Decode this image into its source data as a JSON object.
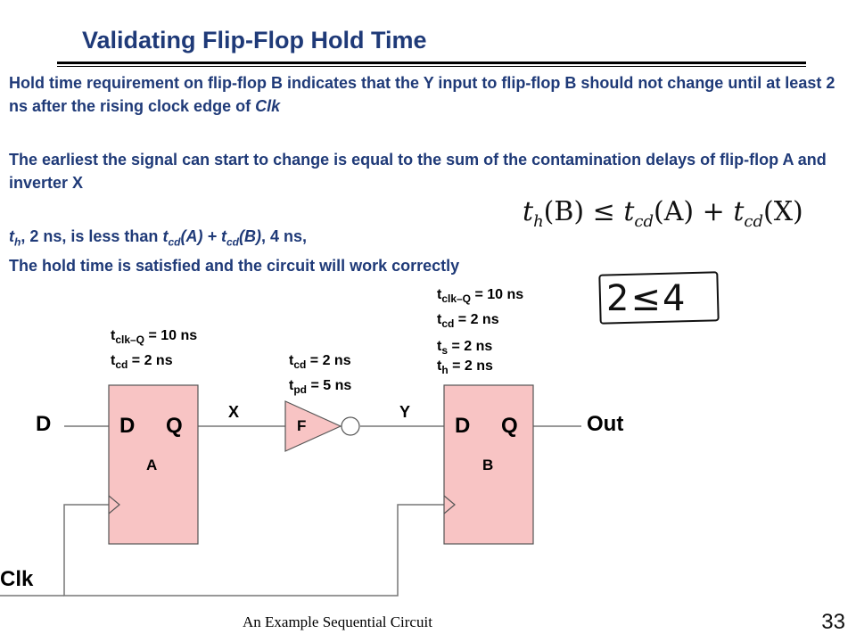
{
  "slide": {
    "title": "Validating Flip-Flop Hold Time",
    "page_number": "33",
    "caption": "An Example Sequential Circuit"
  },
  "text": {
    "p1": "Hold time requirement on flip-flop B indicates that the Y input to flip-flop B should not change until at least 2 ns after the rising clock edge of",
    "p1_clk": "Clk",
    "p2": "The earliest the signal can start to change is equal to the sum of the contamination delays of flip-flop A and inverter X",
    "p3_t": "t",
    "p3_h": "h",
    "p3_a": ", 2 ns, is less than",
    "p3_t2": "t",
    "p3_cd": "cd",
    "p3_A": "(A) +",
    "p3_t3": "t",
    "p3_cd2": "cd",
    "p3_B": "(B)",
    "p3_end": ", 4 ns,",
    "p4": "The hold time is satisfied and the circuit will work correctly"
  },
  "formula": {
    "t1": "t",
    "h": "h",
    "b": "(B) ≤",
    "t2": "t",
    "cd1": "cd",
    "a": "(A) +",
    "t3": "t",
    "cd2": "cd",
    "x": "(X)"
  },
  "handwritten": "2≤4",
  "circuit": {
    "input_d": "D",
    "clk": "Clk",
    "out": "Out",
    "net_x": "X",
    "net_y": "Y",
    "ffa": {
      "d": "D",
      "q": "Q",
      "name": "A",
      "t_clkq_t": "t",
      "t_clkq_sub": "clk–Q",
      "t_clkq_val": "= 10 ns",
      "t_cd_t": "t",
      "t_cd_sub": "cd",
      "t_cd_val": "= 2 ns"
    },
    "inv": {
      "name": "F",
      "t_cd_t": "t",
      "t_cd_sub": "cd",
      "t_cd_val": "= 2 ns",
      "t_pd_t": "t",
      "t_pd_sub": "pd",
      "t_pd_val": "= 5 ns"
    },
    "ffb": {
      "d": "D",
      "q": "Q",
      "name": "B",
      "t_clkq_t": "t",
      "t_clkq_sub": "clk–Q",
      "t_clkq_val": "= 10 ns",
      "t_cd_t": "t",
      "t_cd_sub": "cd",
      "t_cd_val": "= 2 ns",
      "t_s_t": "t",
      "t_s_sub": "s",
      "t_s_val": "= 2 ns",
      "t_h_t": "t",
      "t_h_sub": "h",
      "t_h_val": "= 2 ns"
    },
    "colors": {
      "ff_fill": "#f8c4c4",
      "ff_stroke": "#555555"
    }
  }
}
